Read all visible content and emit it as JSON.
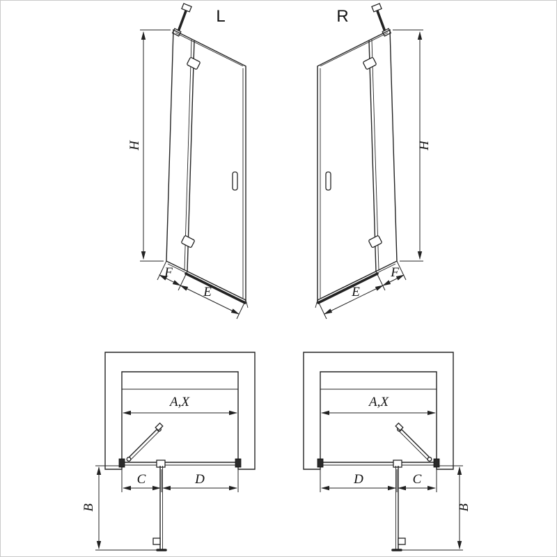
{
  "elevation_left": {
    "variant_label": "L",
    "height_label": "H",
    "fixed_label": "F",
    "door_label": "E"
  },
  "elevation_right": {
    "variant_label": "R",
    "height_label": "H",
    "fixed_label": "F",
    "door_label": "E"
  },
  "plan_left": {
    "width_label": "A,X",
    "c_label": "C",
    "d_label": "D",
    "depth_label": "B"
  },
  "plan_right": {
    "width_label": "A,X",
    "c_label": "C",
    "d_label": "D",
    "depth_label": "B"
  },
  "colors": {
    "line": "#222222",
    "background": "#ffffff",
    "hatch": "#555555"
  }
}
